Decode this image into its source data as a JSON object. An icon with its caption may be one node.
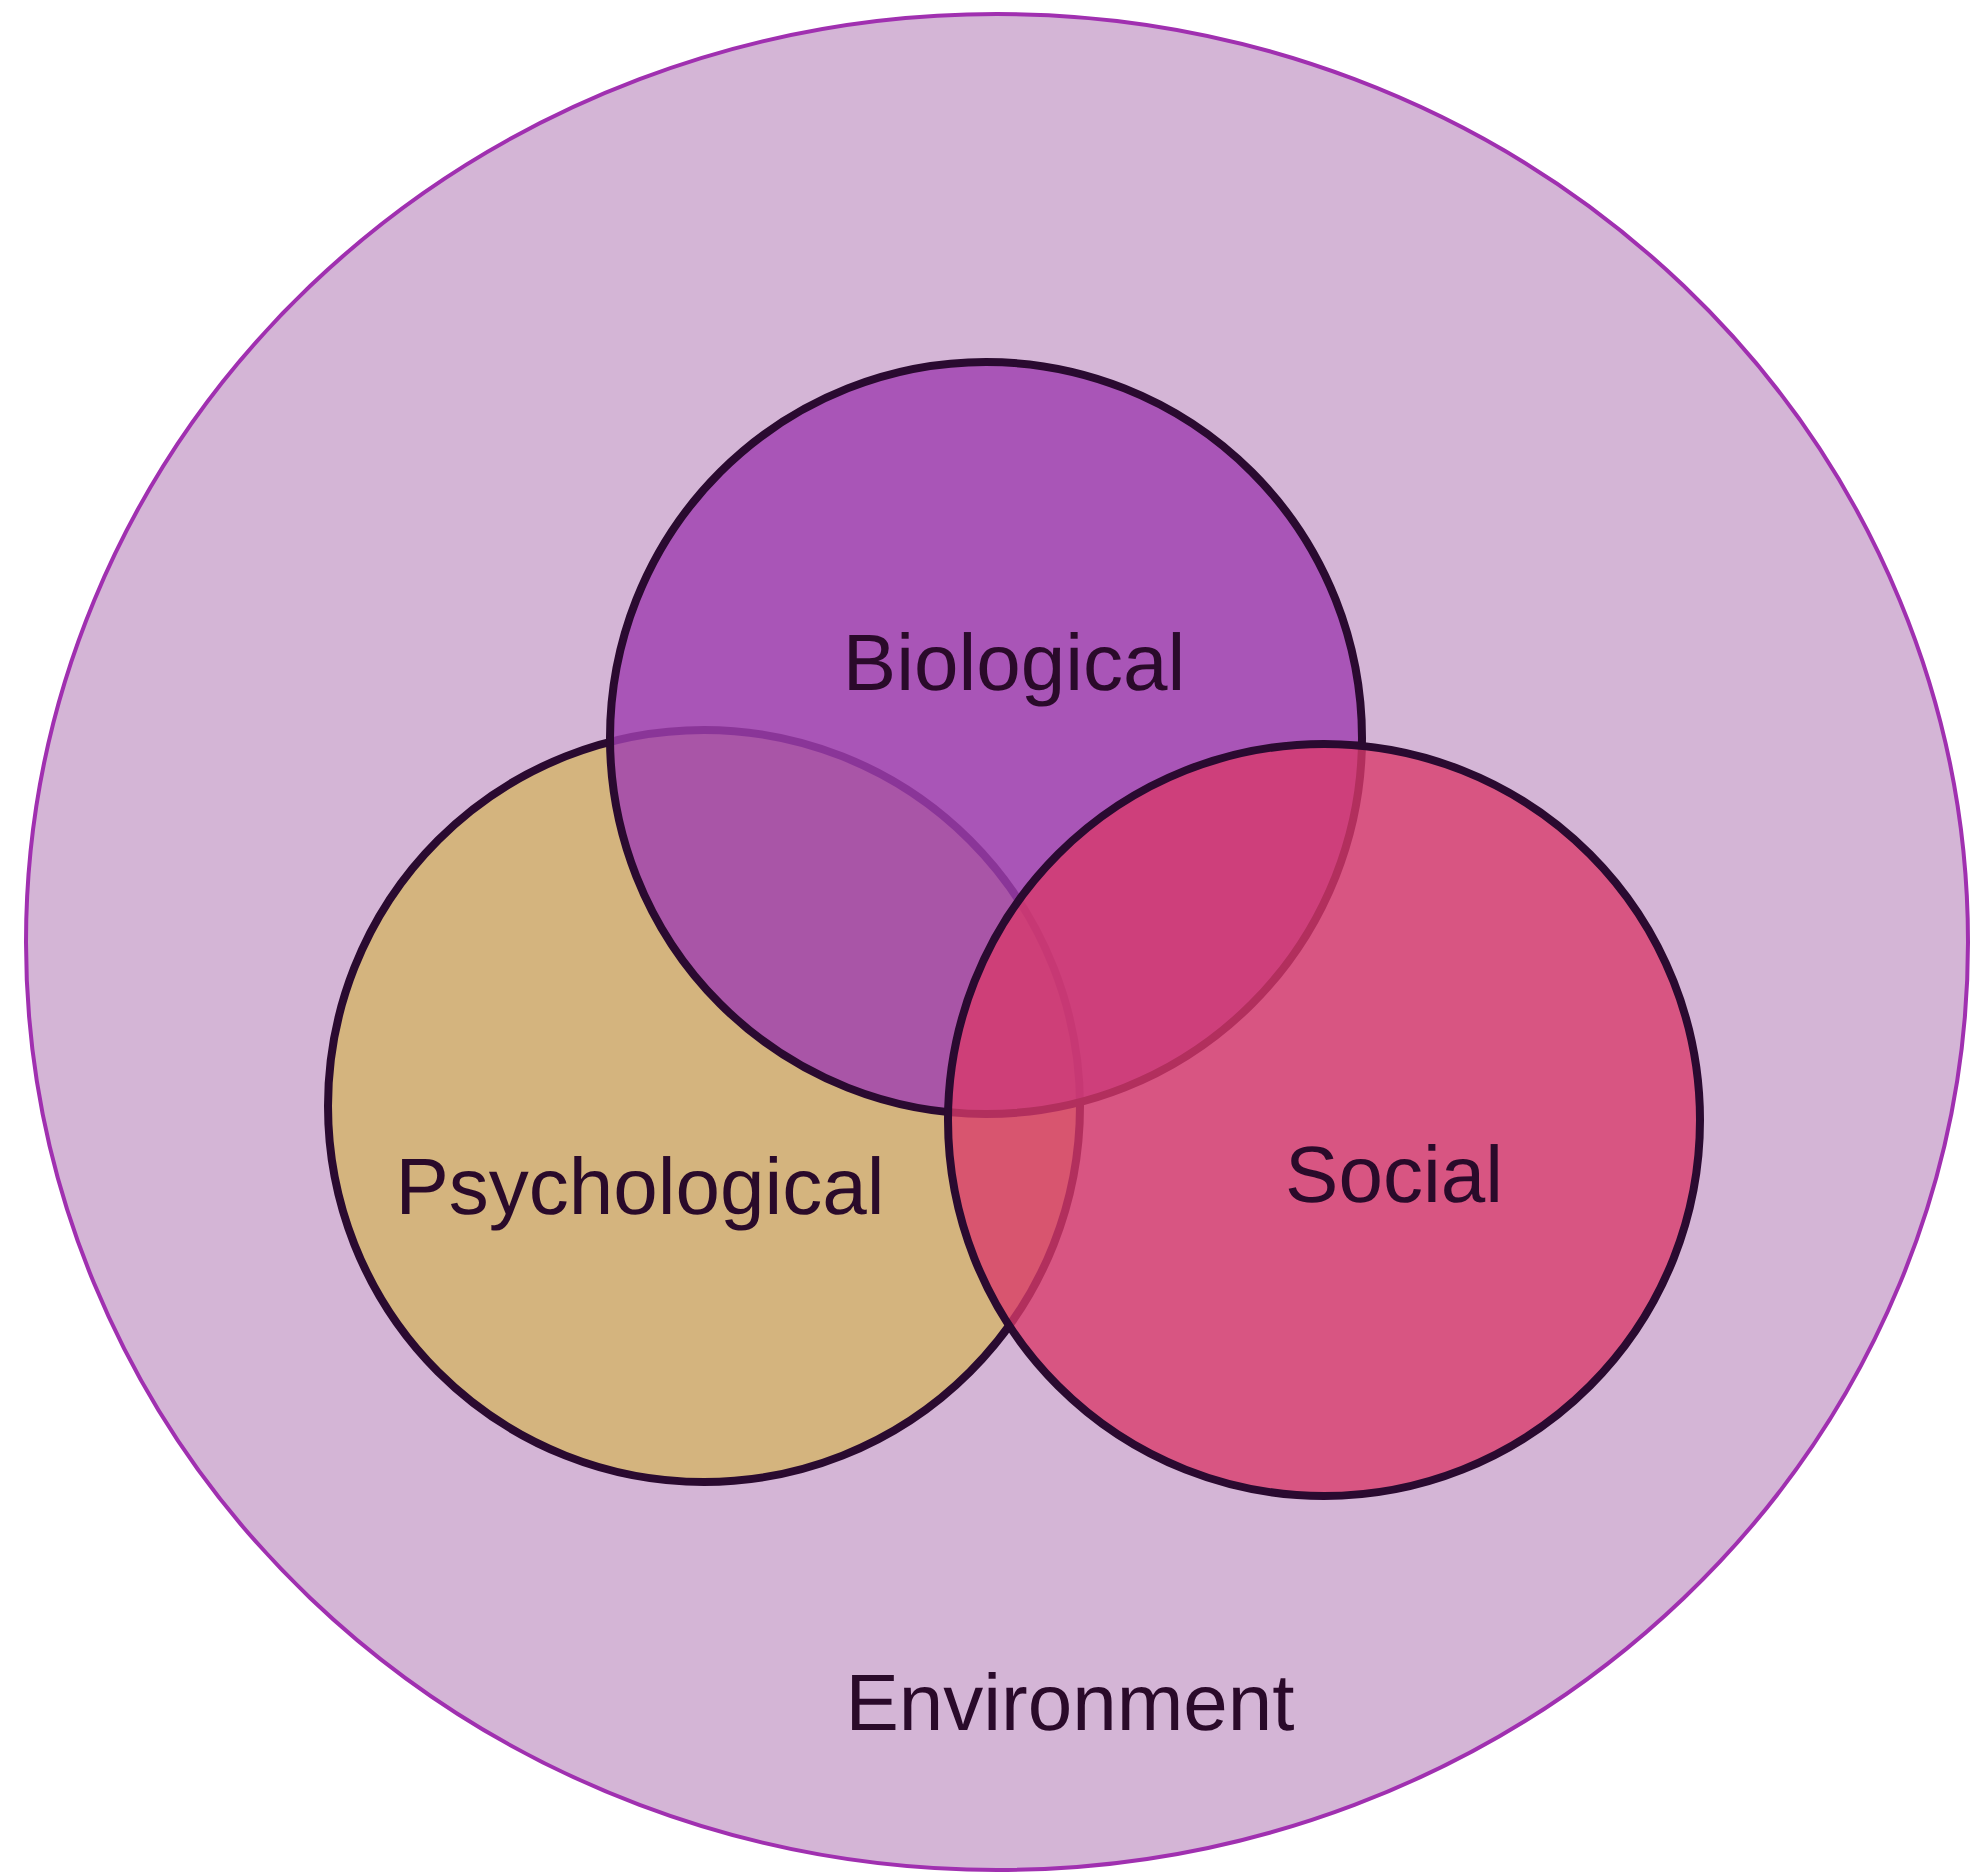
{
  "diagram": {
    "nodes": [
      {
        "text": [
          "Environment"
        ]
      },
      {
        "text": [
          "Biological"
        ],
        "in": 0
      },
      {
        "text": [
          "Psychological"
        ],
        "in": 0
      },
      {
        "text": [
          "Social"
        ],
        "in": 0
      }
    ]
  }
}
